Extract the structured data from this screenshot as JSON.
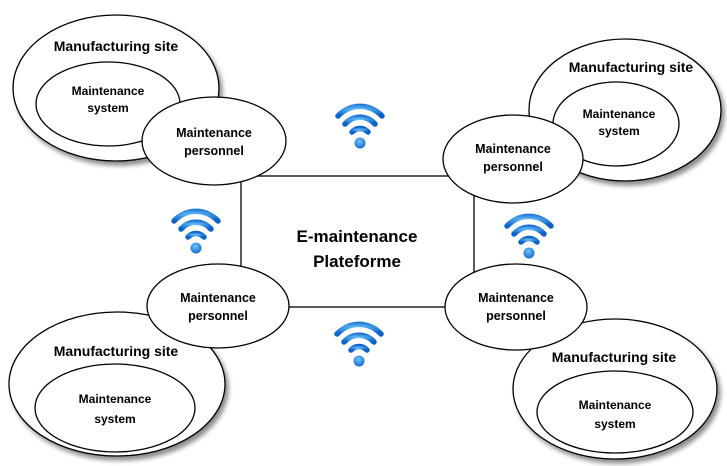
{
  "diagram": {
    "center": {
      "title_line1": "E-maintenance",
      "title_line2": "Plateforme"
    },
    "sites": [
      {
        "site_label": "Manufacturing site",
        "system_line1": "Maintenance",
        "system_line2": "system",
        "personnel_line1": "Maintenance",
        "personnel_line2": "personnel"
      },
      {
        "site_label": "Manufacturing site",
        "system_line1": "Maintenance",
        "system_line2": "system",
        "personnel_line1": "Maintenance",
        "personnel_line2": "personnel"
      },
      {
        "site_label": "Manufacturing site",
        "system_line1": "Maintenance",
        "system_line2": "system",
        "personnel_line1": "Maintenance",
        "personnel_line2": "personnel"
      },
      {
        "site_label": "Manufacturing site",
        "system_line1": "Maintenance",
        "system_line2": "system",
        "personnel_line1": "Maintenance",
        "personnel_line2": "personnel"
      }
    ],
    "icons": [
      "wifi-icon",
      "wifi-icon",
      "wifi-icon",
      "wifi-icon"
    ],
    "colors": {
      "wifi": "#1e88e5",
      "stroke": "#000000"
    }
  }
}
